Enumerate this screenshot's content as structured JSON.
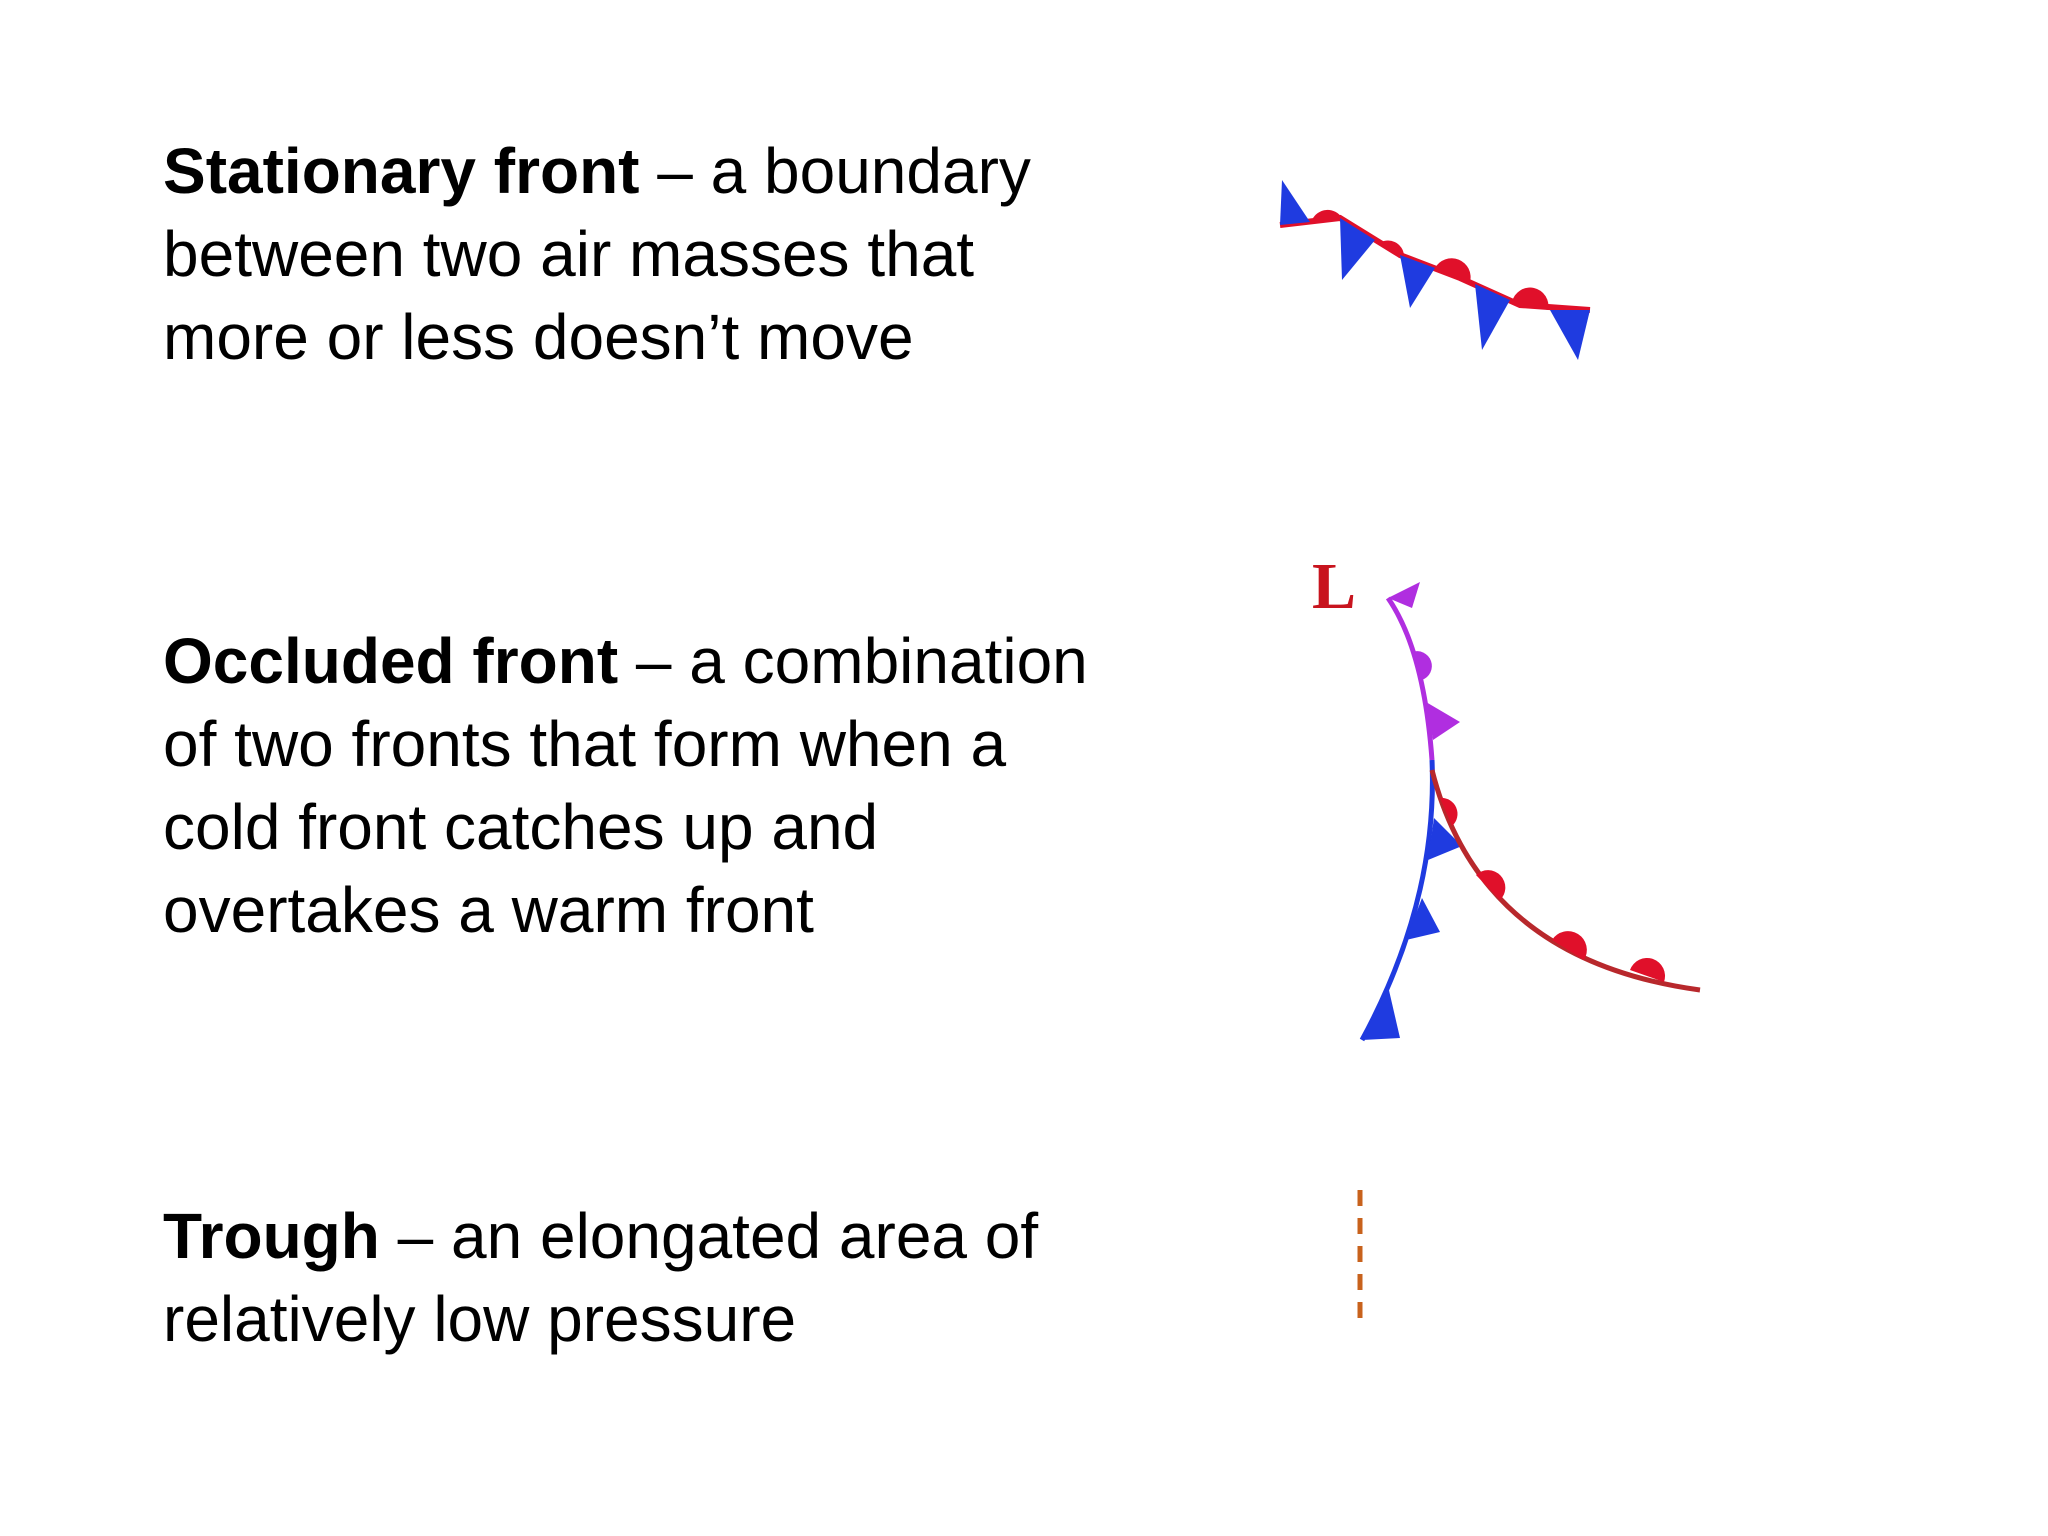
{
  "definitions": {
    "stationary": {
      "term": "Stationary front",
      "text": " – a boundary between two air masses that more or less doesn’t move"
    },
    "occluded": {
      "term": "Occluded front",
      "text": " – a combination of two fronts that form when a cold front catches up and overtakes a warm front"
    },
    "trough": {
      "term": "Trough",
      "text": " – an elongated area of relatively low pressure"
    }
  },
  "symbols": {
    "low_label": "L"
  },
  "colors": {
    "cold": "#1f3be0",
    "warm": "#e0102a",
    "occluded": "#b02ee0",
    "warm_line": "#b8282c",
    "low": "#c8141e",
    "trough": "#c8621c"
  }
}
